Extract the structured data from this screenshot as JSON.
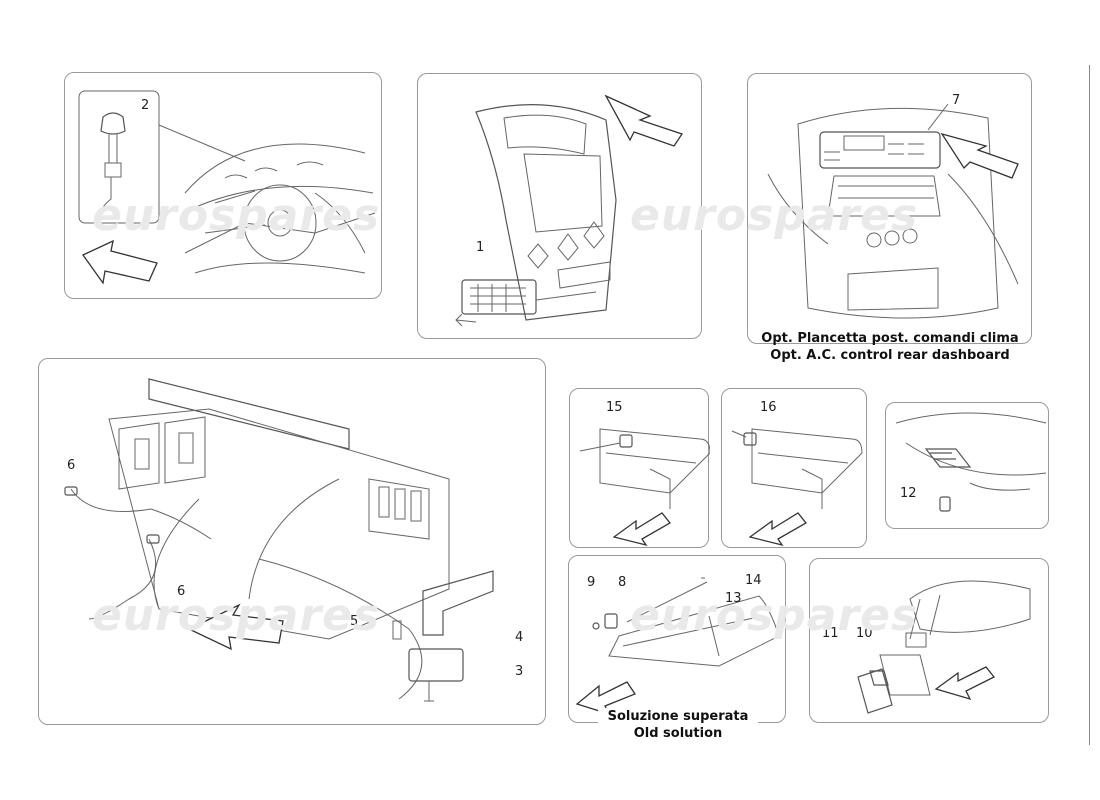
{
  "watermark": "eurospares",
  "panels": {
    "p1": {
      "callouts": [
        "2"
      ]
    },
    "p2": {
      "callouts": [
        "1"
      ]
    },
    "p3": {
      "callouts": [
        "7"
      ],
      "caption_line1": "Opt. Plancetta post. comandi clima",
      "caption_line2": "Opt. A.C. control rear dashboard"
    },
    "p4": {
      "callouts": [
        "6",
        "6",
        "5",
        "4",
        "3"
      ]
    },
    "p5": {
      "callouts": [
        "15"
      ]
    },
    "p6": {
      "callouts": [
        "16"
      ]
    },
    "p7": {
      "callouts": [
        "12"
      ]
    },
    "p8": {
      "callouts": [
        "9",
        "8",
        "14",
        "13"
      ],
      "caption_line1": "Soluzione superata",
      "caption_line2": "Old solution"
    },
    "p9": {
      "callouts": [
        "11",
        "10"
      ]
    }
  }
}
